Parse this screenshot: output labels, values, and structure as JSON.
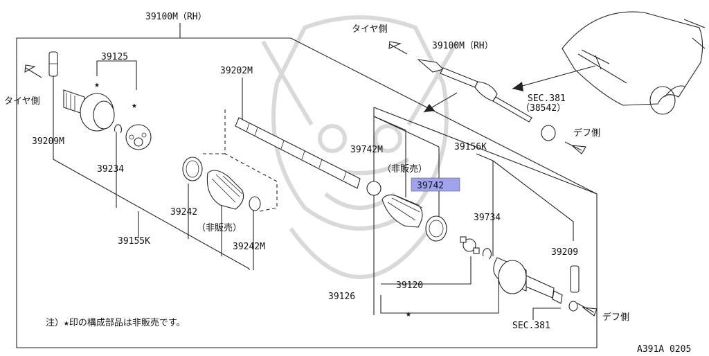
{
  "diagram": {
    "title_part": "39100M（RH）",
    "car_part": "39100M（RH）",
    "tire_side": "タイヤ側",
    "tire_side_top": "タイヤ側",
    "diff_side": "デフ側",
    "diff_side_bottom": "デフ側",
    "sec_381_a": "SEC.381",
    "sec_381_a_sub": "（38542）",
    "sec_381_b": "SEC.381",
    "labels": {
      "p39125": "39125",
      "p39209M": "39209M",
      "p39234": "39234",
      "p39202M": "39202M",
      "p39242": "39242",
      "not_sold_1": "（非販売）",
      "p39242M": "39242M",
      "p39155K": "39155K",
      "p39742M": "39742M",
      "not_sold_2": "（非販売）",
      "p39742": "39742",
      "p39156K": "39156K",
      "p39734": "39734",
      "p39209": "39209",
      "p39120": "39120",
      "p39126": "39126"
    },
    "star": "★",
    "note": "注）★印の構成部品は非販売です。",
    "code": "A391A 0205",
    "highlight_color": "#9fa3ee"
  }
}
